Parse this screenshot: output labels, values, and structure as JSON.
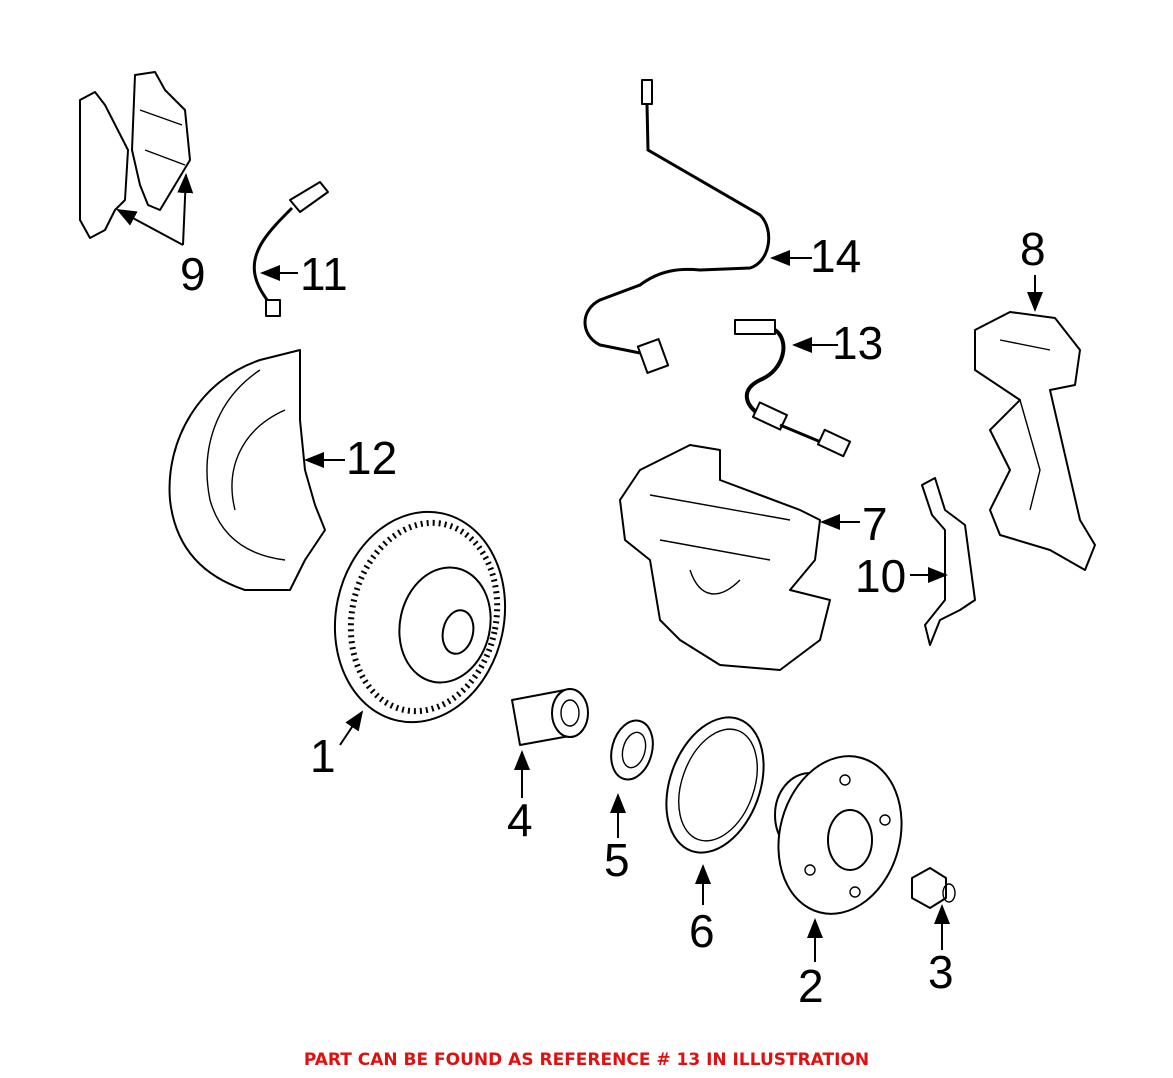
{
  "diagram": {
    "callouts": {
      "rotor": "1",
      "hub": "2",
      "nut": "3",
      "bearing": "4",
      "seal": "5",
      "ring": "6",
      "caliper": "7",
      "carrier": "8",
      "pads": "9",
      "clip": "10",
      "pad_sensor": "11",
      "shield": "12",
      "brake_hose": "13",
      "abs_sensor": "14"
    },
    "note": "PART CAN BE FOUND AS REFERENCE # 13 IN ILLUSTRATION",
    "note_color": "#e01010"
  }
}
